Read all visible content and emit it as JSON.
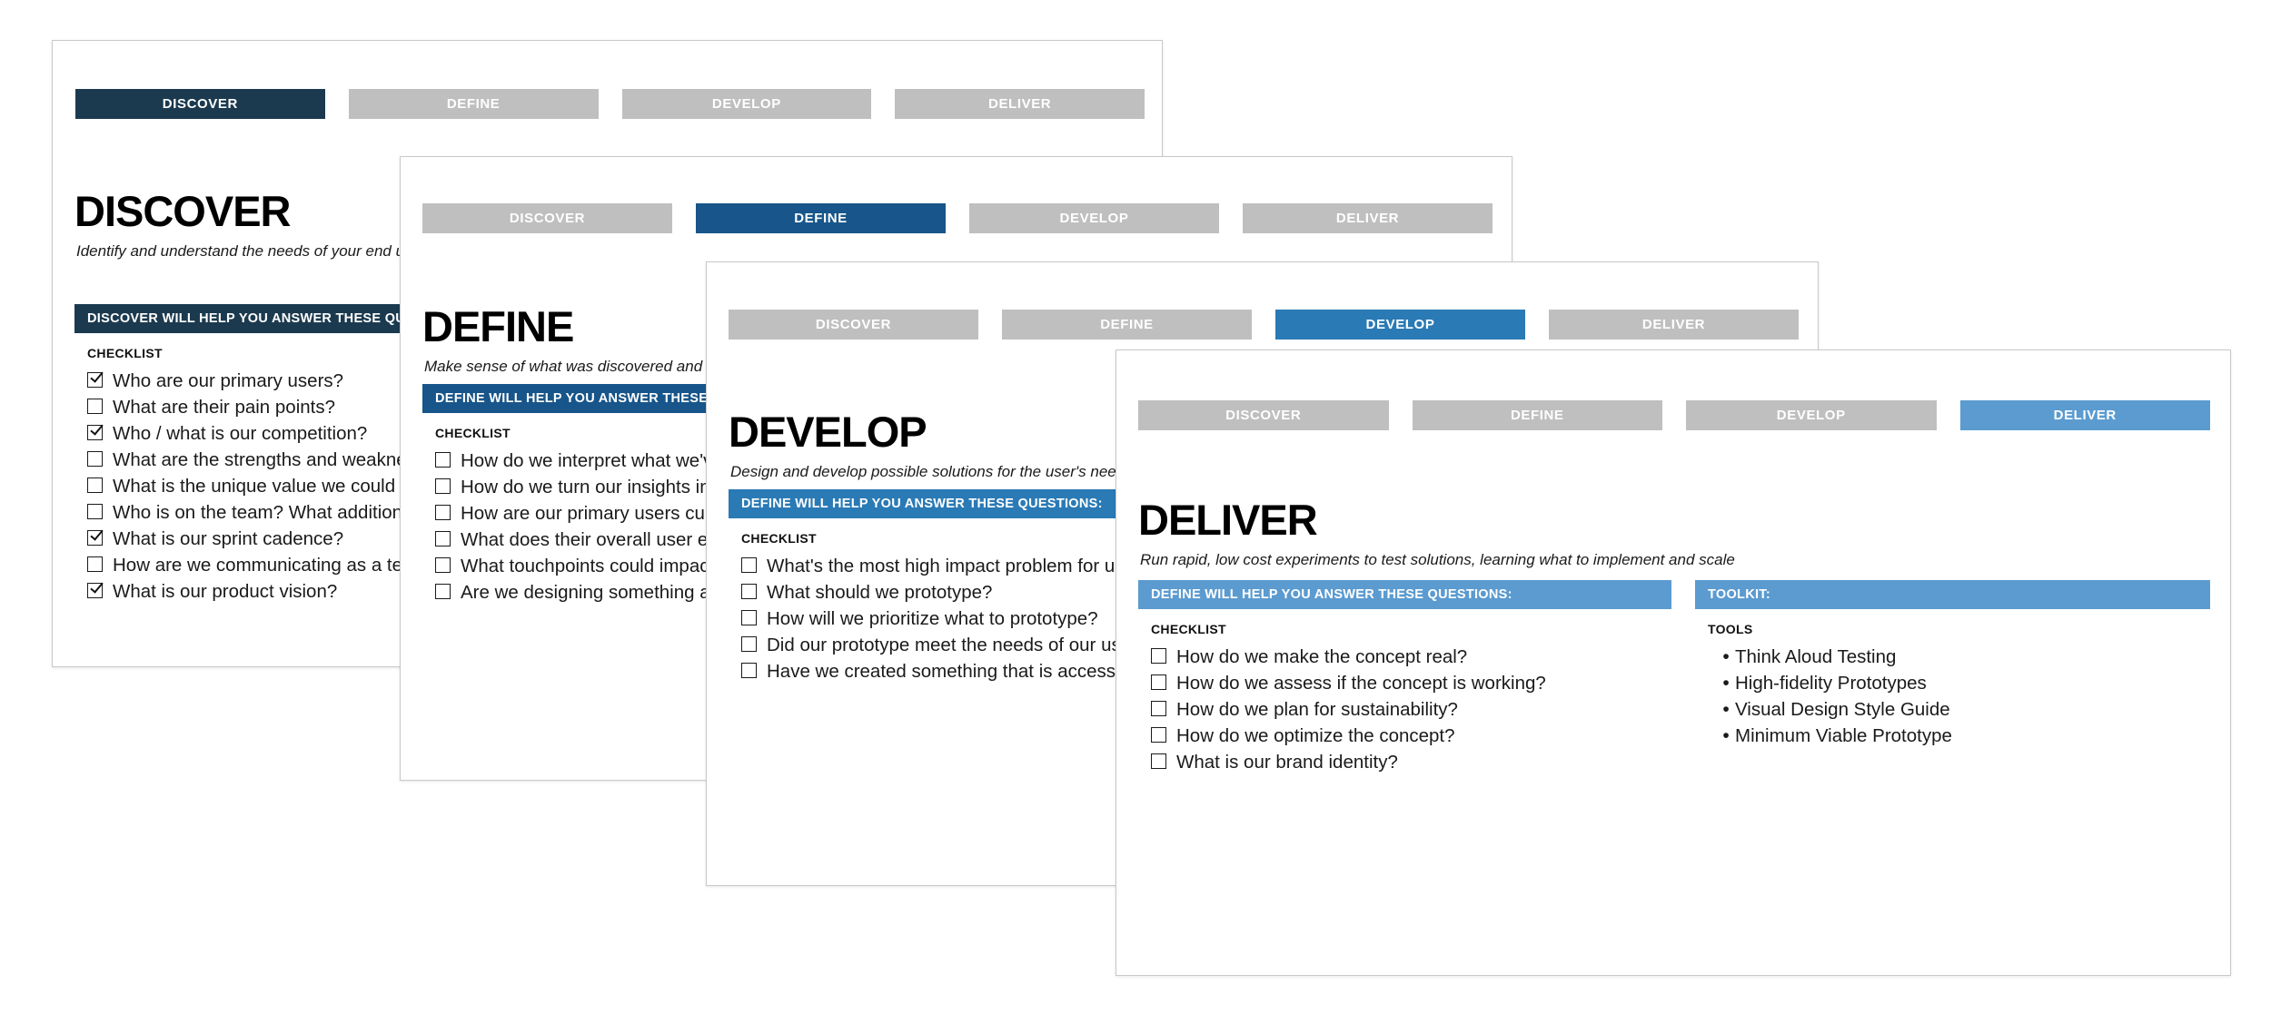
{
  "theme": {
    "navy": "#1b3a4f",
    "blue": "#17558a",
    "medium_blue": "#2a7ab5",
    "light_blue": "#5b9bd0",
    "inactive_gray": "#bfbfbf",
    "card_border": "#c9c9c9",
    "page_background": "#ffffff"
  },
  "cards": [
    {
      "id": "discover",
      "tabs": [
        {
          "label": "DISCOVER",
          "active": true
        },
        {
          "label": "DEFINE",
          "active": false
        },
        {
          "label": "DEVELOP",
          "active": false
        },
        {
          "label": "DELIVER",
          "active": false
        }
      ],
      "title": "DISCOVER",
      "subtitle": "Identify and understand the needs of your end users",
      "panel": {
        "banner": "DISCOVER WILL HELP YOU ANSWER THESE QUESTIONS:",
        "sublabel": "CHECKLIST",
        "items": [
          {
            "text": "Who are our primary users?",
            "checked": true
          },
          {
            "text": "What are their pain points?",
            "checked": false
          },
          {
            "text": "Who / what is our competition?",
            "checked": true
          },
          {
            "text": "What are the strengths and weaknesses of the competition?",
            "checked": false
          },
          {
            "text": "What is the unique value we could bring to our users?",
            "checked": false
          },
          {
            "text": "Who is on the team? What additional skillset do we need?",
            "checked": false
          },
          {
            "text": "What is our sprint cadence?",
            "checked": true
          },
          {
            "text": "How are we communicating as a team?",
            "checked": false
          },
          {
            "text": "What is our product vision?",
            "checked": true
          }
        ]
      }
    },
    {
      "id": "define",
      "tabs": [
        {
          "label": "DISCOVER",
          "active": false
        },
        {
          "label": "DEFINE",
          "active": true
        },
        {
          "label": "DEVELOP",
          "active": false
        },
        {
          "label": "DELIVER",
          "active": false
        }
      ],
      "title": "DEFINE",
      "subtitle": "Make sense of what was discovered and identify the problem",
      "panel": {
        "banner": "DEFINE WILL HELP YOU ANSWER THESE QUESTIONS:",
        "sublabel": "CHECKLIST",
        "items": [
          {
            "text": "How do we interpret what we've learned?",
            "checked": false
          },
          {
            "text": "How do we turn our insights into tangible ideas?",
            "checked": false
          },
          {
            "text": "How are our primary users currently solving the problem?",
            "checked": false
          },
          {
            "text": "What does their overall user experience look like?",
            "checked": false
          },
          {
            "text": "What touchpoints could impact positive change?",
            "checked": false
          },
          {
            "text": "Are we designing something accessible?",
            "checked": false
          }
        ]
      }
    },
    {
      "id": "develop",
      "tabs": [
        {
          "label": "DISCOVER",
          "active": false
        },
        {
          "label": "DEFINE",
          "active": false
        },
        {
          "label": "DEVELOP",
          "active": true
        },
        {
          "label": "DELIVER",
          "active": false
        }
      ],
      "title": "DEVELOP",
      "subtitle": "Design and develop possible solutions for the user's needs",
      "panel": {
        "banner": "DEFINE WILL HELP YOU ANSWER THESE QUESTIONS:",
        "sublabel": "CHECKLIST",
        "items": [
          {
            "text": "What's the most high impact problem for users?",
            "checked": false
          },
          {
            "text": "What should we prototype?",
            "checked": false
          },
          {
            "text": "How will we prioritize what to prototype?",
            "checked": false
          },
          {
            "text": "Did our prototype meet the needs of our users?",
            "checked": false
          },
          {
            "text": "Have we created something that is accessible?",
            "checked": false
          }
        ]
      }
    },
    {
      "id": "deliver",
      "tabs": [
        {
          "label": "DISCOVER",
          "active": false
        },
        {
          "label": "DEFINE",
          "active": false
        },
        {
          "label": "DEVELOP",
          "active": false
        },
        {
          "label": "DELIVER",
          "active": true
        }
      ],
      "title": "DELIVER",
      "subtitle": "Run rapid, low cost experiments to test solutions, learning what to implement and scale",
      "panel": {
        "banner": "DEFINE WILL HELP YOU ANSWER THESE QUESTIONS:",
        "sublabel": "CHECKLIST",
        "items": [
          {
            "text": "How do we make the concept real?",
            "checked": false
          },
          {
            "text": "How do we assess if the concept is working?",
            "checked": false
          },
          {
            "text": "How do we plan for sustainability?",
            "checked": false
          },
          {
            "text": "How do we optimize the concept?",
            "checked": false
          },
          {
            "text": "What is our brand identity?",
            "checked": false
          }
        ]
      },
      "toolkit": {
        "banner": "TOOLKIT:",
        "sublabel": "TOOLS",
        "items": [
          "Think Aloud Testing",
          "High-fidelity Prototypes",
          "Visual Design Style Guide",
          "Minimum Viable Prototype"
        ]
      }
    }
  ]
}
